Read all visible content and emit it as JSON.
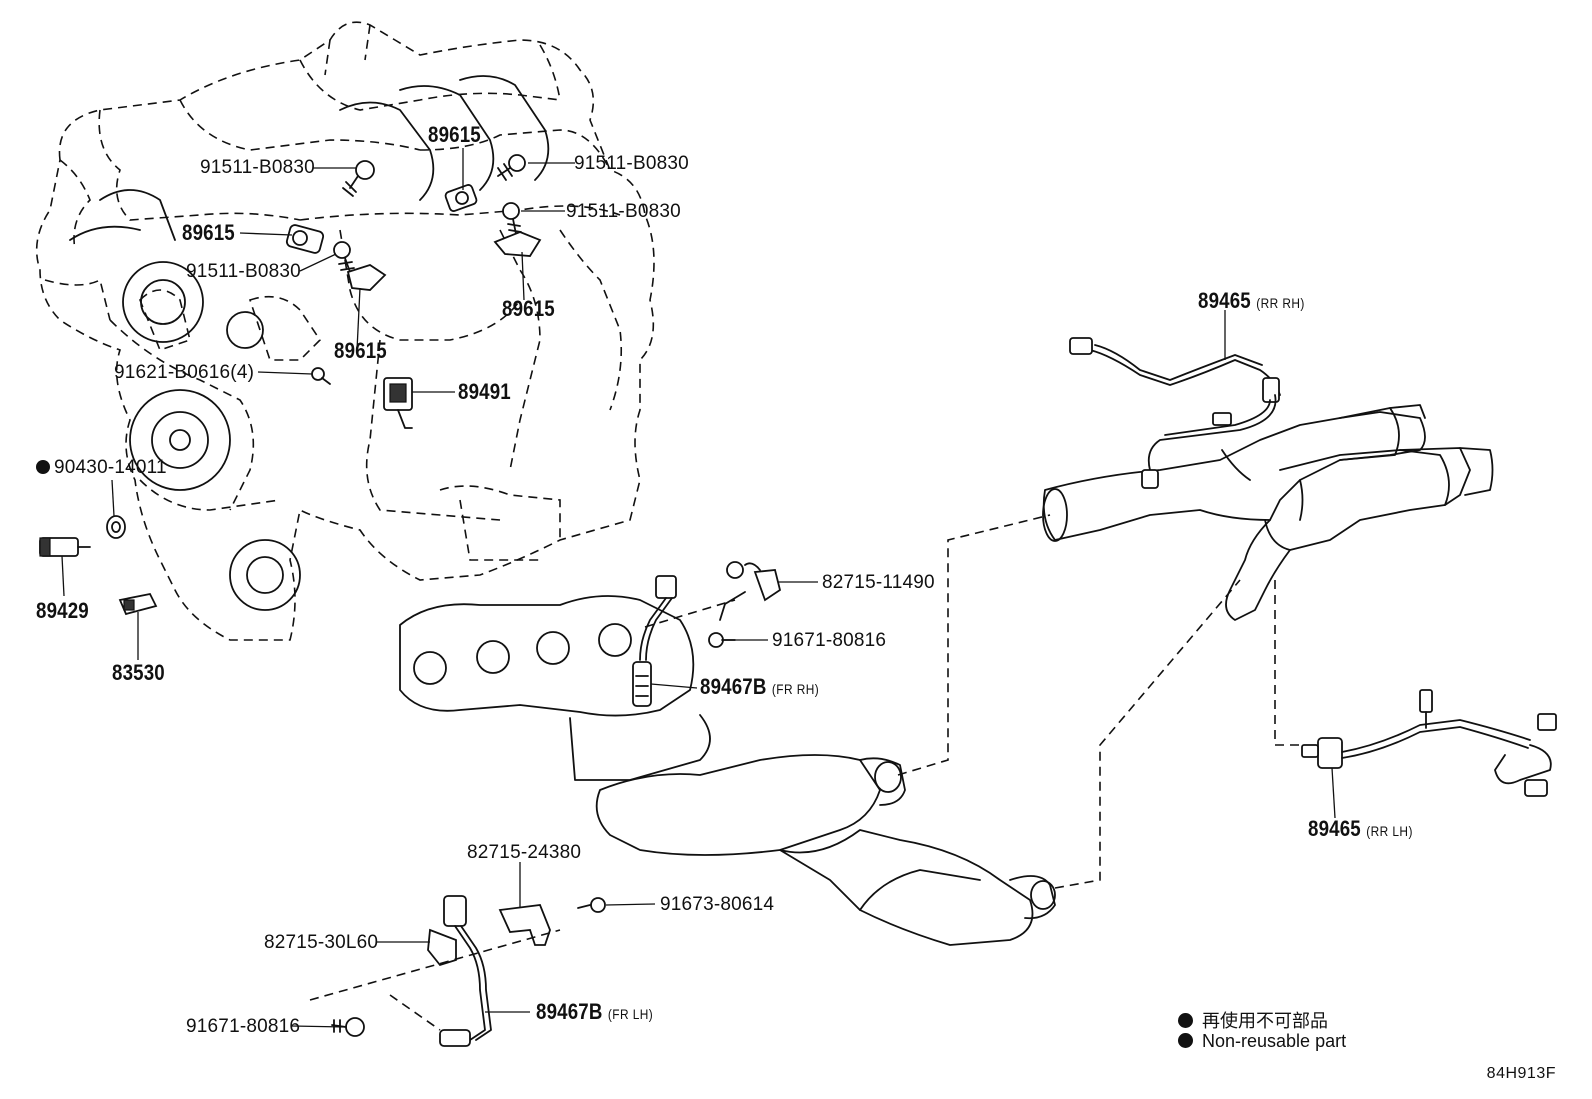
{
  "parts": {
    "bolt_91511_a": "91511-B0830",
    "bolt_91511_b": "91511-B0830",
    "bolt_91511_c": "91511-B0830",
    "bolt_91511_d": "91511-B0830",
    "sensor_89615_a": "89615",
    "sensor_89615_b": "89615",
    "sensor_89615_c": "89615",
    "sensor_89615_d": "89615",
    "bolt_91621": "91621-B0616(4)",
    "sensor_89491": "89491",
    "gasket_90430": "90430-14011",
    "sensor_89429": "89429",
    "switch_83530": "83530",
    "oxygen_89465_rr_rh": "89465",
    "oxygen_89465_rr_rh_pos": "(RR RH)",
    "oxygen_89465_rr_lh": "89465",
    "oxygen_89465_rr_lh_pos": "(RR LH)",
    "bracket_82715_11490": "82715-11490",
    "bolt_91671_a": "91671-80816",
    "af_89467b_fr_rh": "89467B",
    "af_89467b_fr_rh_pos": "(FR RH)",
    "bracket_82715_24380": "82715-24380",
    "bolt_91673": "91673-80614",
    "bracket_82715_30l60": "82715-30L60",
    "bolt_91671_b": "91671-80816",
    "af_89467b_fr_lh": "89467B",
    "af_89467b_fr_lh_pos": "(FR LH)"
  },
  "legend": {
    "jp": "再使用不可部品",
    "en": "Non-reusable part"
  },
  "diagram_code": "84H913F"
}
